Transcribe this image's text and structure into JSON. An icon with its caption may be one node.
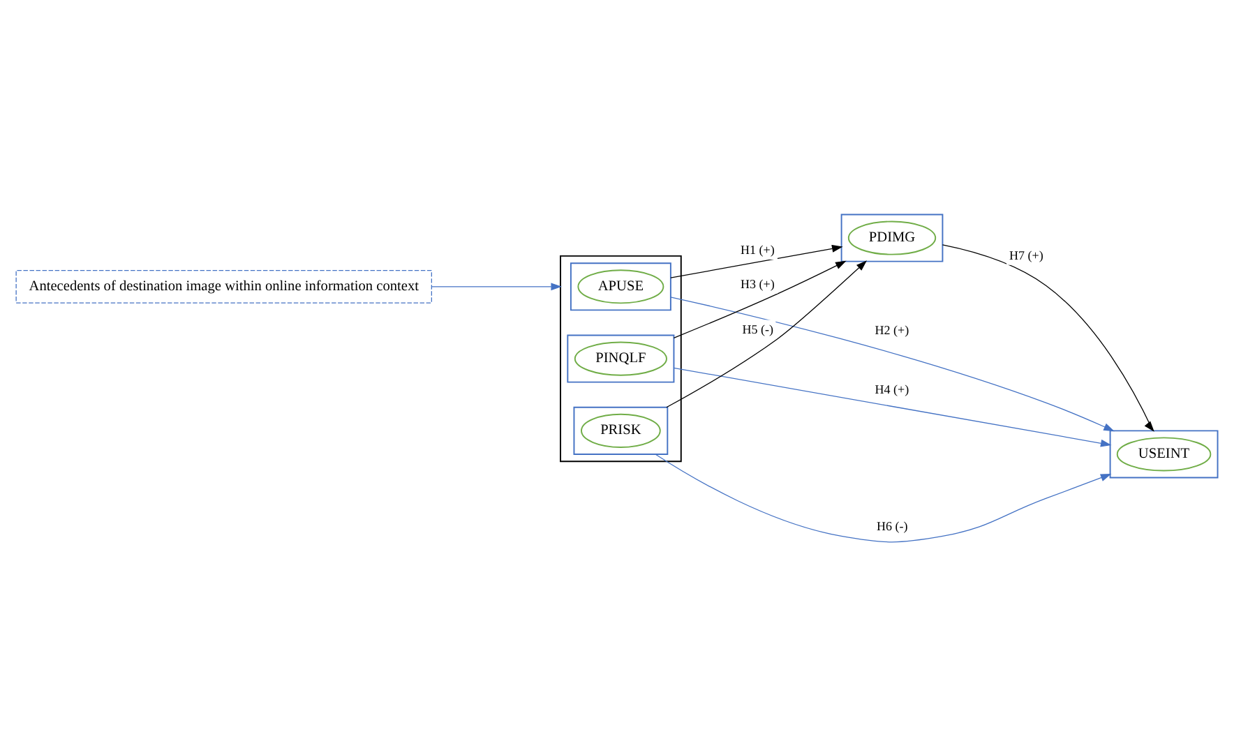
{
  "diagram": {
    "nodes": [
      {
        "text": [
          "Antecedents of destination image within online information context"
        ]
      },
      {
        "text": [],
        "shape": "box"
      },
      {
        "text": [],
        "shape": "box",
        "in": 1
      },
      {
        "text": [
          "APUSE"
        ],
        "in": 2
      },
      {
        "text": [],
        "shape": "box",
        "in": 1
      },
      {
        "text": [
          "PINQLF"
        ],
        "in": 4
      },
      {
        "text": [],
        "shape": "box",
        "in": 1
      },
      {
        "text": [
          "PRISK"
        ],
        "in": 6
      },
      {
        "text": [],
        "shape": "box"
      },
      {
        "text": [
          "PDIMG"
        ],
        "in": 8
      },
      {
        "text": [],
        "shape": "box"
      },
      {
        "text": [
          "USEINT"
        ],
        "in": 10
      }
    ],
    "edges": [
      {
        "from": 0,
        "to": 1,
        "arrow": "to"
      },
      {
        "from": 2,
        "to": 8,
        "arrow": "to",
        "label": "H1 (+)",
        "color": "#000000"
      },
      {
        "from": 2,
        "to": 10,
        "arrow": "to",
        "label": "H2 (+)"
      },
      {
        "from": 4,
        "to": 8,
        "arrow": "to",
        "label": "H3 (+)",
        "color": "#000000"
      },
      {
        "from": 4,
        "to": 10,
        "arrow": "to",
        "label": "H4 (+)"
      },
      {
        "from": 6,
        "to": 8,
        "arrow": "to",
        "label": "H5 (-)",
        "color": "#000000"
      },
      {
        "from": 6,
        "to": 10,
        "arrow": "to",
        "label": "H6 (-)"
      },
      {
        "from": 8,
        "to": 10,
        "arrow": "to",
        "label": "H7 (+)",
        "color": "#000000"
      }
    ]
  }
}
